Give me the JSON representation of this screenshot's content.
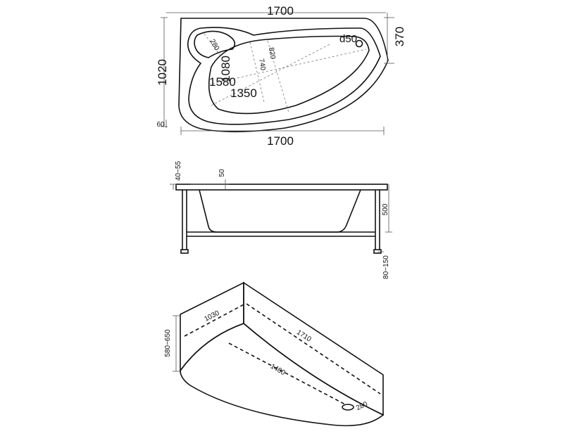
{
  "top_view": {
    "width_top": "1700",
    "width_bottom": "1700",
    "height": "1020",
    "narrow_end": "370",
    "rim_60": "60",
    "d50": "d50",
    "dim_1080": "1080",
    "dim_1580": "1580",
    "dim_1350": "1350",
    "dim_280": "280",
    "dim_820": "820",
    "dim_740": "740"
  },
  "side_view": {
    "rim_range": "40~55",
    "rim_50": "50",
    "height_500": "500",
    "legs_range": "80~150"
  },
  "iso_view": {
    "panel_height": "580~650",
    "depth_1030": "1030",
    "length_1710": "1710",
    "front_1400": "1400",
    "drain_280": "280"
  }
}
